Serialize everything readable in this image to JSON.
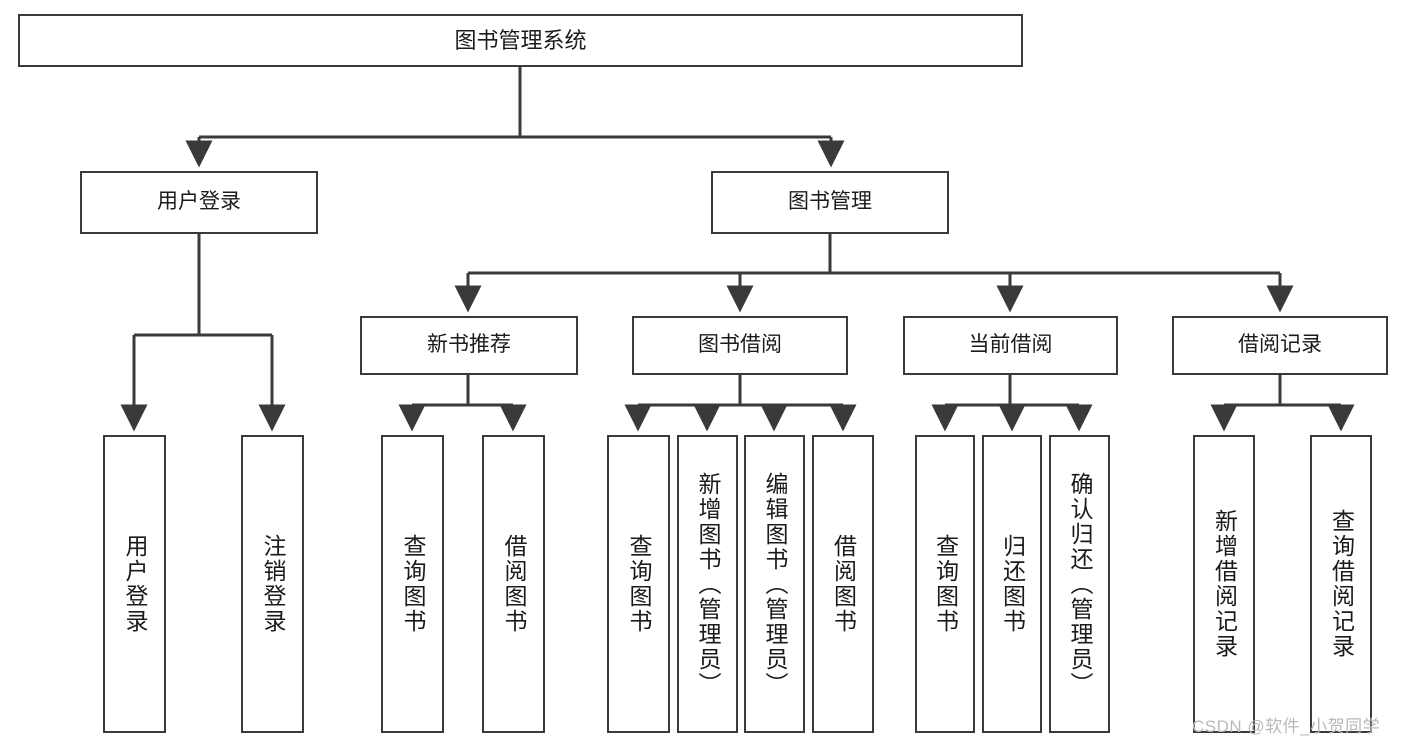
{
  "diagram": {
    "title": "图书管理系统",
    "type": "hierarchy-tree",
    "root": {
      "id": "root",
      "label": "图书管理系统"
    },
    "level1": [
      {
        "id": "user-login",
        "label": "用户登录"
      },
      {
        "id": "book-manage",
        "label": "图书管理"
      }
    ],
    "level2": [
      {
        "id": "new-book-recommend",
        "label": "新书推荐",
        "parent": "book-manage"
      },
      {
        "id": "book-borrow",
        "label": "图书借阅",
        "parent": "book-manage"
      },
      {
        "id": "current-borrow",
        "label": "当前借阅",
        "parent": "book-manage"
      },
      {
        "id": "borrow-record",
        "label": "借阅记录",
        "parent": "book-manage"
      }
    ],
    "leaves": [
      {
        "id": "leaf-user-login",
        "label": "用户登录",
        "parent": "user-login"
      },
      {
        "id": "leaf-logout-login",
        "label": "注销登录",
        "parent": "user-login"
      },
      {
        "id": "leaf-query-book-1",
        "label": "查询图书",
        "parent": "new-book-recommend"
      },
      {
        "id": "leaf-borrow-book-1",
        "label": "借阅图书",
        "parent": "new-book-recommend"
      },
      {
        "id": "leaf-query-book-2",
        "label": "查询图书",
        "parent": "book-borrow"
      },
      {
        "id": "leaf-add-book",
        "label": "新增图书（管理员）",
        "parent": "book-borrow"
      },
      {
        "id": "leaf-edit-book",
        "label": "编辑图书（管理员）",
        "parent": "book-borrow"
      },
      {
        "id": "leaf-borrow-book-2",
        "label": "借阅图书",
        "parent": "book-borrow"
      },
      {
        "id": "leaf-query-book-3",
        "label": "查询图书",
        "parent": "current-borrow"
      },
      {
        "id": "leaf-return-book",
        "label": "归还图书",
        "parent": "current-borrow"
      },
      {
        "id": "leaf-confirm-return",
        "label": "确认归还（管理员）",
        "parent": "current-borrow"
      },
      {
        "id": "leaf-add-record",
        "label": "新增借阅记录",
        "parent": "borrow-record"
      },
      {
        "id": "leaf-query-record",
        "label": "查询借阅记录",
        "parent": "borrow-record"
      }
    ],
    "colors": {
      "stroke": "#3a3a3a",
      "fill": "#ffffff",
      "text": "#1b1b1b",
      "watermark": "#b9b9b9"
    }
  },
  "watermark": {
    "text": "CSDN @软件_小贺同学"
  }
}
